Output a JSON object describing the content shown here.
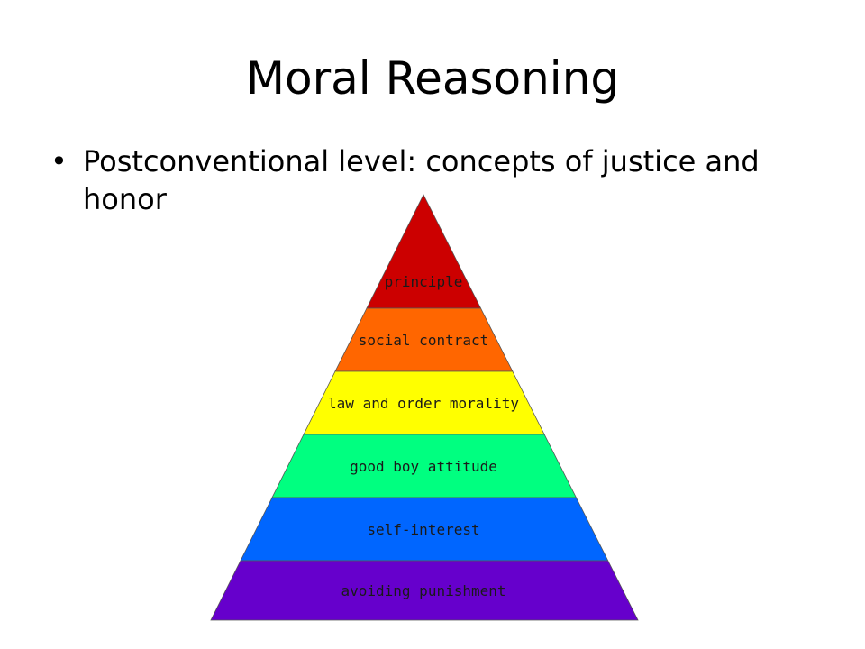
{
  "slide": {
    "title": "Moral Reasoning",
    "bullets": [
      {
        "text": "Postconventional level: concepts of justice and honor"
      }
    ]
  },
  "pyramid": {
    "tiers": [
      {
        "label": "principle",
        "color": "#cc0000"
      },
      {
        "label": "social contract",
        "color": "#ff6600"
      },
      {
        "label": "law and order morality",
        "color": "#ffff00"
      },
      {
        "label": "good boy attitude",
        "color": "#00ff80"
      },
      {
        "label": "self-interest",
        "color": "#0066ff"
      },
      {
        "label": "avoiding punishment",
        "color": "#6600cc"
      }
    ]
  }
}
